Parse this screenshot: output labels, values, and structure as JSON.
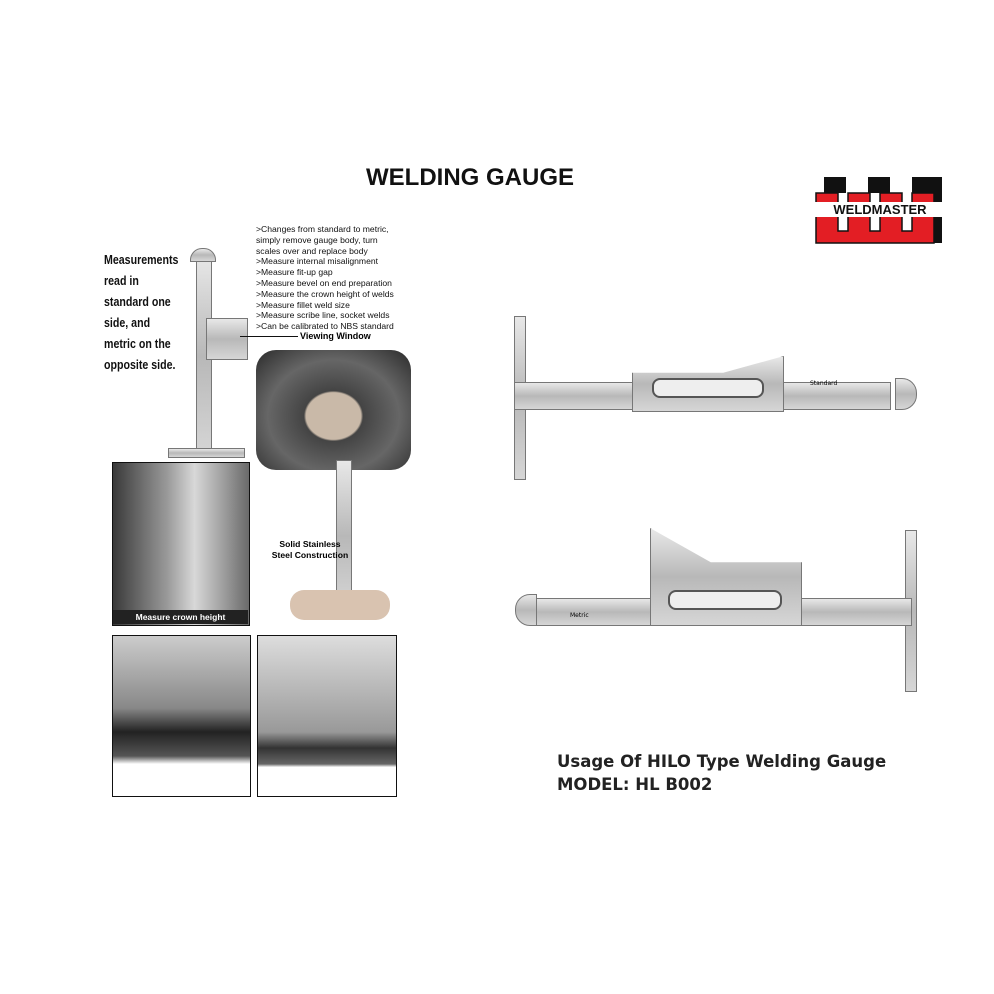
{
  "title": "WELDING GAUGE",
  "logo": {
    "text": "WELDMASTER",
    "colors": {
      "red": "#e31e24",
      "black": "#111111"
    }
  },
  "left_note": "Measurements read in standard one side, and metric on the opposite side.",
  "features": [
    ">Changes from standard to metric,",
    " simply remove gauge body, turn",
    " scales over and replace body",
    ">Measure internal misalignment",
    ">Measure fit-up gap",
    ">Measure bevel on end preparation",
    ">Measure the crown height of welds",
    ">Measure fillet weld size",
    ">Measure scribe line, socket welds",
    ">Can be calibrated to NBS standard"
  ],
  "viewing_window": "Viewing Window",
  "solid_label": "Solid Stainless Steel Construction",
  "photo_caption": "Measure crown height",
  "gauge_labels": {
    "standard": "Standard",
    "metric": "Metric"
  },
  "usage": {
    "line1": "Usage Of HILO Type Welding Gauge",
    "line2": "MODEL: HL B002"
  }
}
